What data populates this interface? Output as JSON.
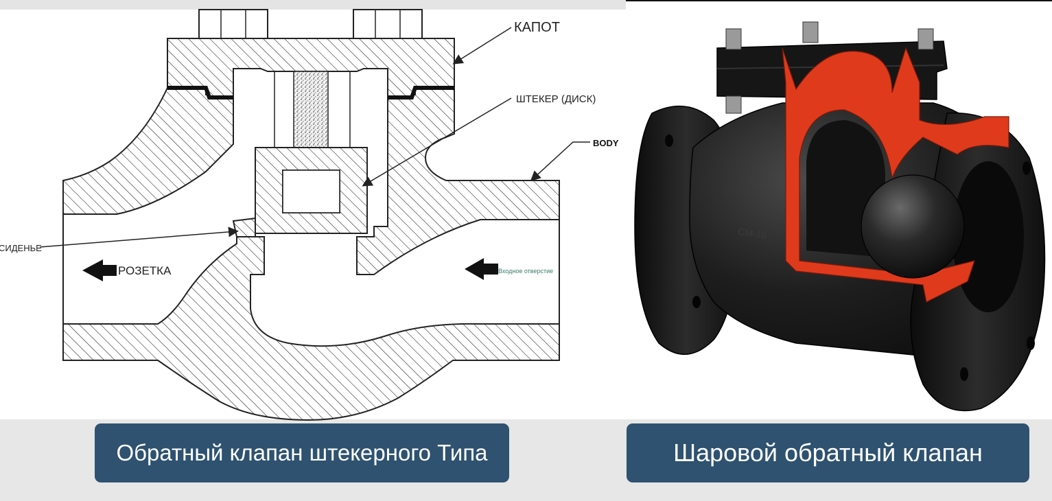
{
  "diagram": {
    "labels": {
      "bonnet": "КАПОТ",
      "plug": "ШТЕКЕР (ДИСК)",
      "body": "BODY",
      "seat": "СИДЕНЬЕ",
      "outlet": "РОЗЕТКА",
      "inlet": "Входное отверстие"
    }
  },
  "captions": {
    "left": "Обратный клапан штекерного Типа",
    "right": "Шаровой обратный клапан"
  },
  "colors": {
    "caption_bg": "#2e5270",
    "caption_text": "#ffffff",
    "valve_body": "#1c1c1c",
    "cutaway_red": "#e03a1c"
  }
}
